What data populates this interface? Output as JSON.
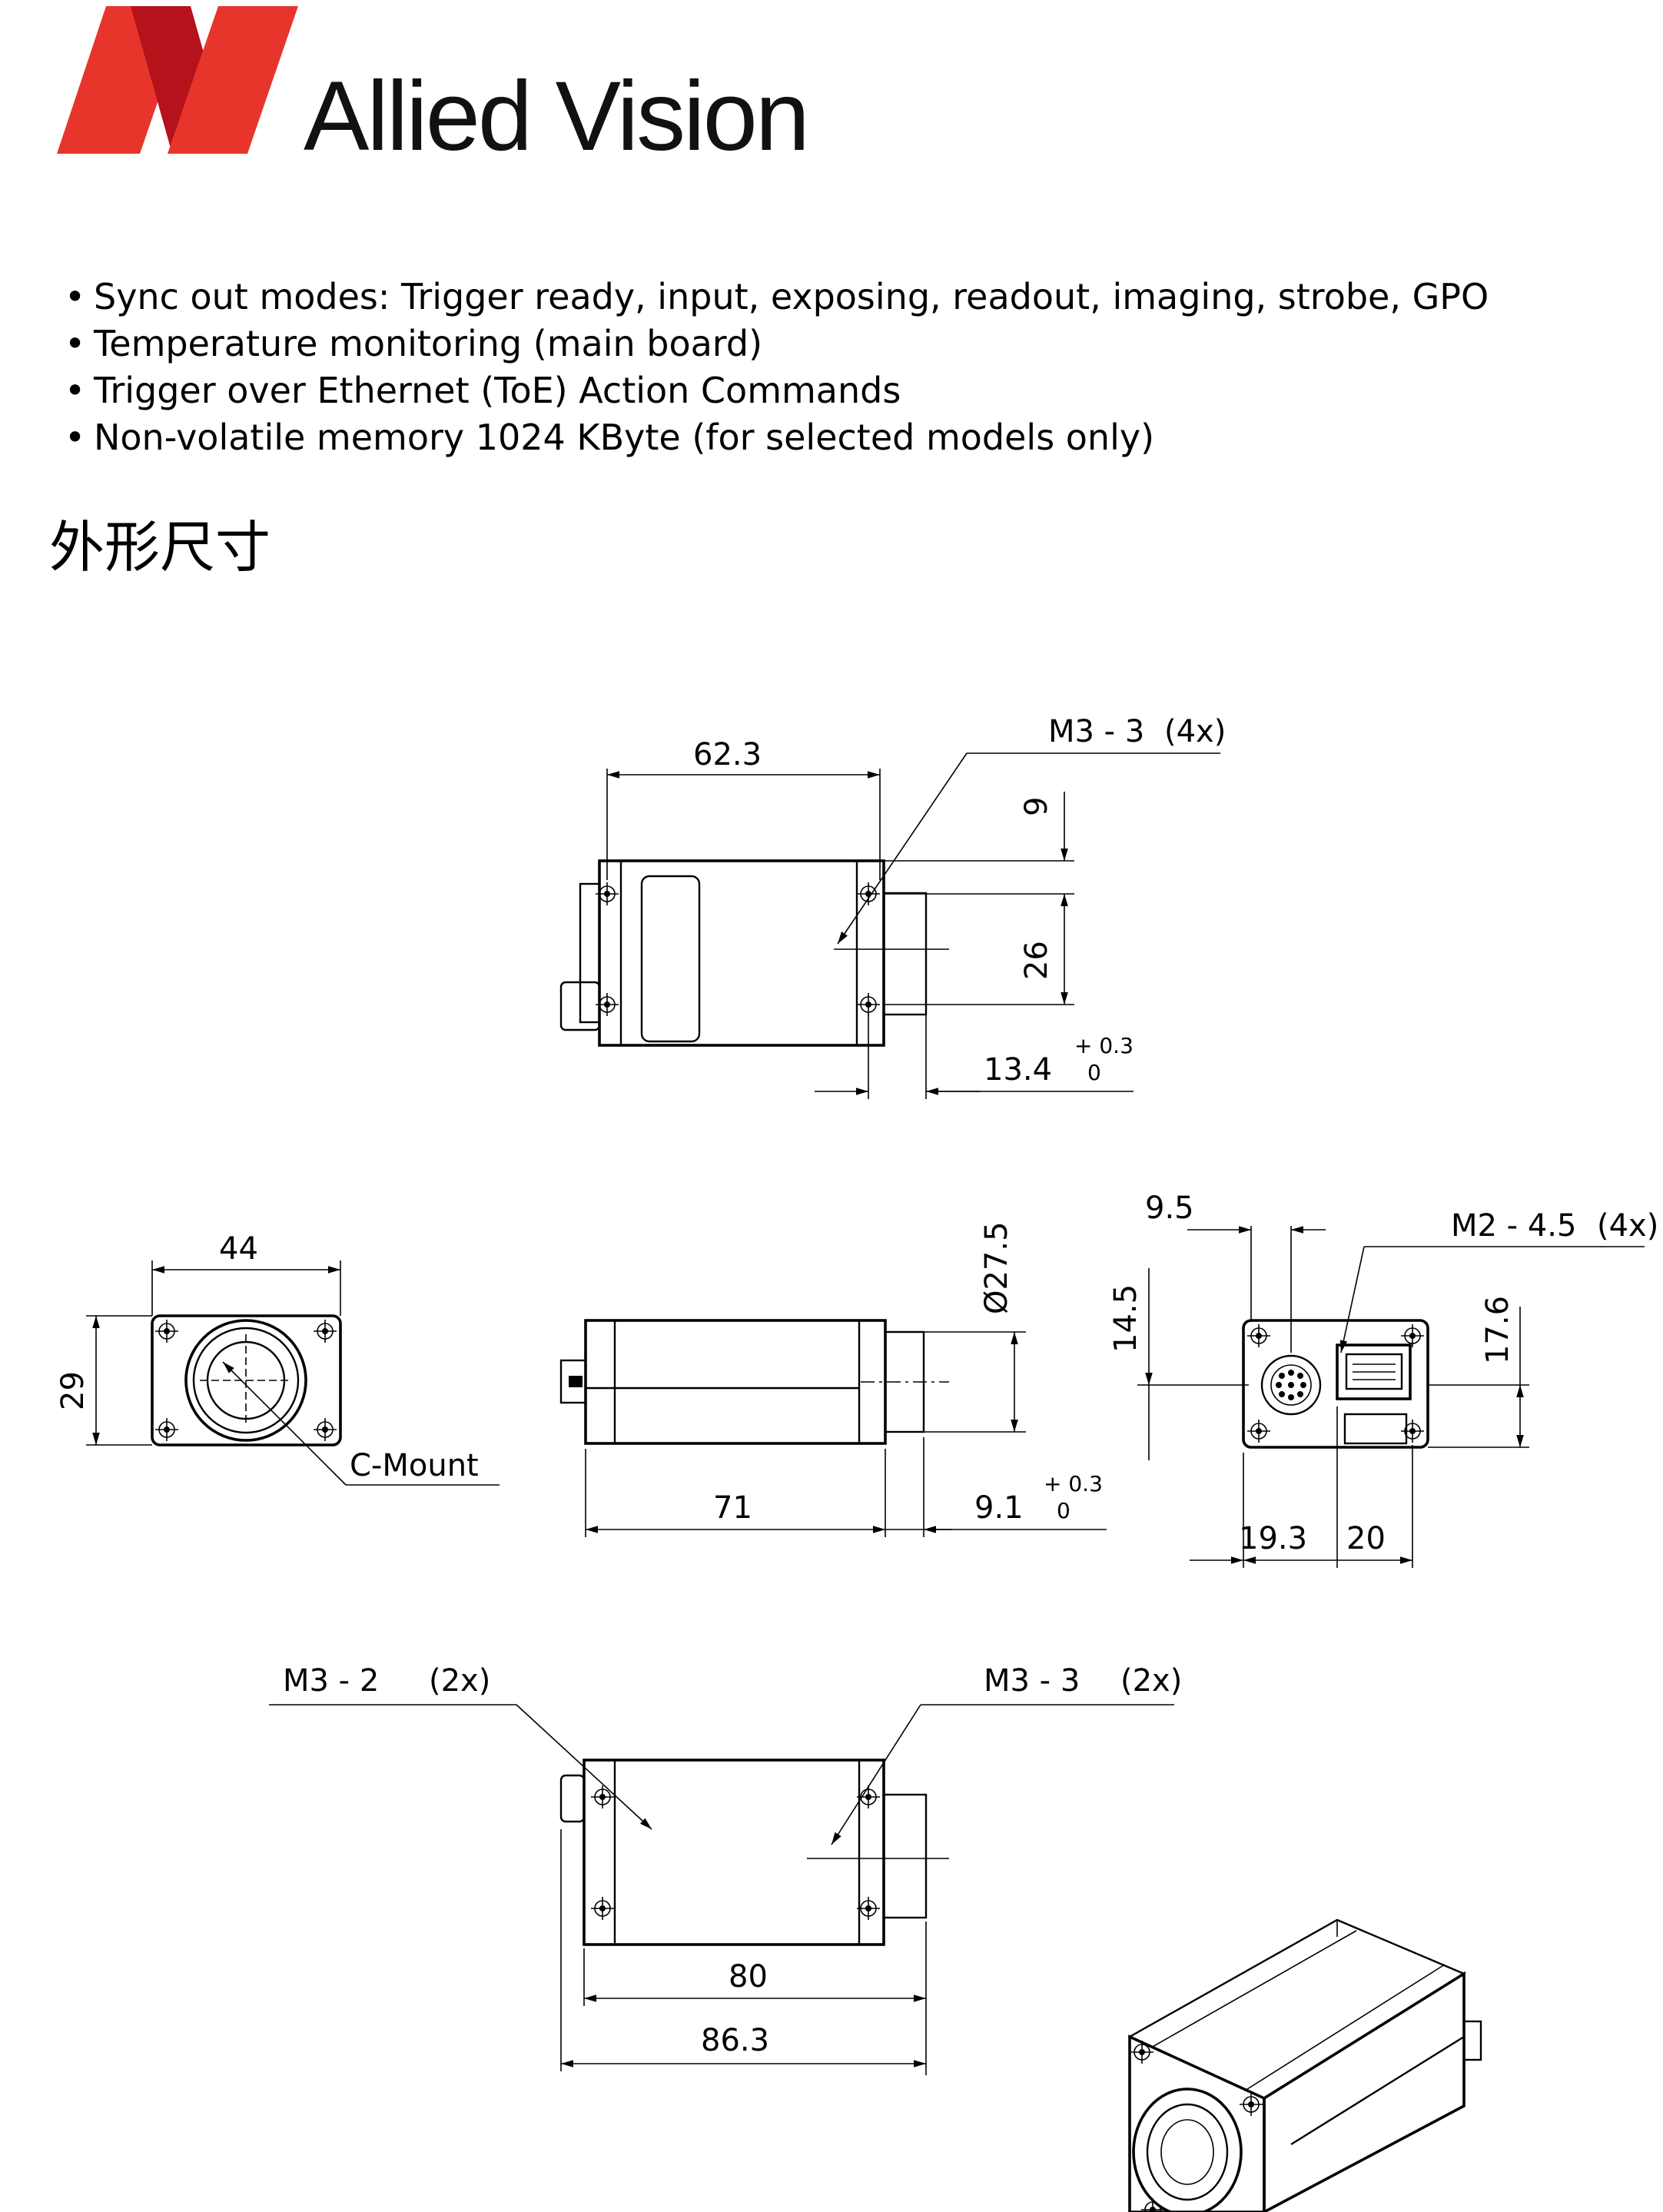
{
  "brand": {
    "name": "Allied Vision",
    "logo_color": "#e8352c",
    "logo_dark": "#b5121b"
  },
  "bullets": [
    "Sync out modes: Trigger ready, input, exposing, readout, imaging, strobe, GPO",
    "Temperature monitoring (main board)",
    "Trigger over Ethernet (ToE) Action Commands",
    "Non-volatile memory 1024 KByte (for selected models only)"
  ],
  "section_title": "外形尺寸",
  "drawing": {
    "top_view": {
      "width_62_3": "62.3",
      "callout_m3_3": "M3 - 3",
      "callout_m3_3_count": "(4x)",
      "dim_9": "9",
      "dim_26": "26",
      "dim_13_4": "13.4",
      "tol_plus": "+ 0.3",
      "tol_zero": "0"
    },
    "front_view": {
      "width_44": "44",
      "height_29": "29",
      "mount": "C-Mount"
    },
    "side_view": {
      "diameter": "Ø27.5",
      "length_71": "71",
      "dim_9_1": "9.1",
      "tol_plus": "+ 0.3",
      "tol_zero": "0"
    },
    "back_view": {
      "dim_9_5": "9.5",
      "callout_m2": "M2 - 4.5",
      "callout_m2_count": "(4x)",
      "dim_14_5": "14.5",
      "dim_17_6": "17.6",
      "dim_19_3": "19.3",
      "dim_20": "20"
    },
    "bottom_view": {
      "callout_m3_2": "M3 - 2",
      "callout_m3_2_count": "(2x)",
      "callout_m3_3": "M3 - 3",
      "callout_m3_3_count": "(2x)",
      "length_80": "80",
      "length_86_3": "86.3"
    }
  }
}
